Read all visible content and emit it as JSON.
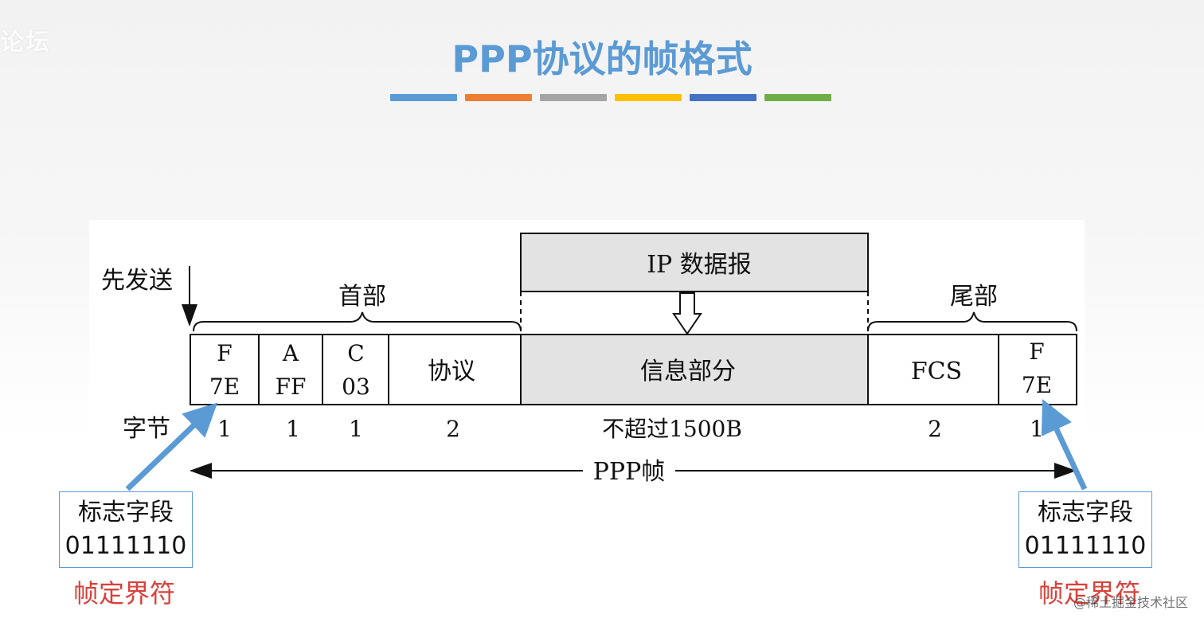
{
  "watermark": "论坛",
  "title": "PPP协议的帧格式",
  "title_bar_colors": [
    "#5b9bd5",
    "#ed7d31",
    "#a5a5a5",
    "#ffc000",
    "#4472c4",
    "#70ad47"
  ],
  "diagram": {
    "first_sent": "先发送",
    "header_label": "首部",
    "trailer_label": "尾部",
    "ip_datagram": "IP 数据报",
    "fields": [
      {
        "line1": "F",
        "line2": "7E",
        "bytes": "1"
      },
      {
        "line1": "A",
        "line2": "FF",
        "bytes": "1"
      },
      {
        "line1": "C",
        "line2": "03",
        "bytes": "1"
      },
      {
        "line1": "协议",
        "line2": "",
        "bytes": "2"
      },
      {
        "line1": "信息部分",
        "line2": "",
        "bytes": "不超过1500B"
      },
      {
        "line1": "FCS",
        "line2": "",
        "bytes": "2"
      },
      {
        "line1": "F",
        "line2": "7E",
        "bytes": "1"
      }
    ],
    "bytes_label": "字节",
    "frame_label": "PPP帧"
  },
  "callouts": {
    "left": {
      "title": "标志字段",
      "value": "01111110",
      "note": "帧定界符"
    },
    "right": {
      "title": "标志字段",
      "value": "01111110",
      "note": "帧定界符"
    }
  },
  "credit": "@稀土掘金技术社区"
}
